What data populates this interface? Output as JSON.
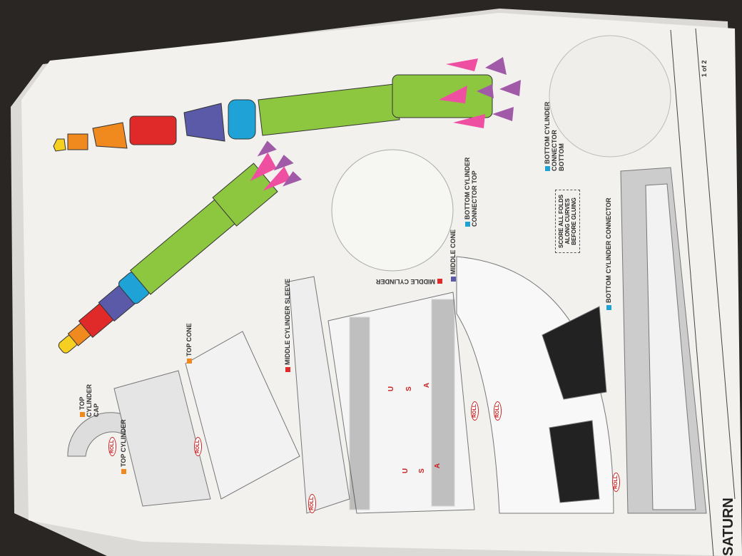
{
  "page_number": "1 of 2",
  "title_fragment": "SATURN",
  "labels": {
    "bottom_connector_bottom": "BOTTOM CYLINDER\nCONNECTOR\nBOTTOM",
    "bottom_connector_top": "BOTTOM CYLINDER\nCONNECTOR TOP",
    "bottom_connector": "BOTTOM CYLINDER CONNECTOR",
    "middle_cone": "MIDDLE CONE",
    "middle_cylinder": "MIDDLE CYLINDER",
    "middle_cylinder_sleeve": "MIDDLE CYLINDER SLEEVE",
    "top_cone": "TOP CONE",
    "top_cylinder_cap": "TOP\nCYLINDER\nCAP",
    "top_cylinder": "TOP CYLINDER"
  },
  "notice": "SCORE ALL FOLDS\nALONG CURVES\nBEFORE GLUING",
  "roll_label": "ROLL",
  "usa": [
    "U",
    "S",
    "A"
  ],
  "colors": {
    "green": "#8dc63f",
    "blue": "#1fa3d6",
    "purple": "#5a5aa8",
    "red": "#e02a2a",
    "orange": "#f08a1e",
    "yellow": "#f5d020",
    "pink": "#ef4fa0",
    "violet": "#a05aa8"
  }
}
